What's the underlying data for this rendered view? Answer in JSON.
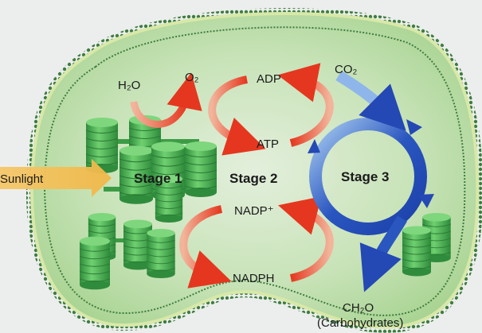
{
  "labels": {
    "sunlight": "Sunlight",
    "h2o": "H₂O",
    "o2": "O₂",
    "adp": "ADP",
    "atp": "ATP",
    "co2": "CO₂",
    "nadp_plus": "NADP⁺",
    "nadph": "NADPH",
    "ch2o": "CH₂O",
    "carbohydrates": "(Carbohydrates)"
  },
  "stages": {
    "stage1": "Stage 1",
    "stage2": "Stage 2",
    "stage3": "Stage 3"
  },
  "colors": {
    "stroma": "#b9dca6",
    "membrane": "#2f6b3a",
    "grana": "#4fb85a",
    "red_arrow": "#e8442c",
    "blue_cycle": "#2a56c0",
    "sunlight": "#f2c15a"
  }
}
